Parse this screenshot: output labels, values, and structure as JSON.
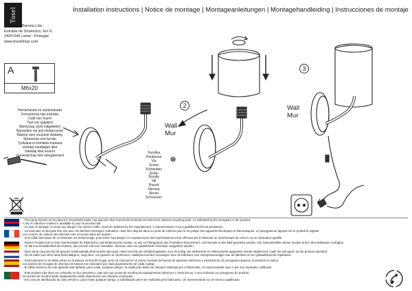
{
  "brand": {
    "logo_text": "Tosel"
  },
  "header": {
    "title": "Installation instructions | Notice de montage | Montageanleitungen | Montagehandleiding | Instrucciones de montaje"
  },
  "company": {
    "name": "A Ferreira Barosa Lda.",
    "address1": "Estrada de Soutocico, Km 6,",
    "address2": "2420-046 Leiria - Portugal",
    "web": "www.toselshop.com"
  },
  "part": {
    "letter": "A",
    "size": "M6x20"
  },
  "tools_not_supplied": [
    "Herramienta no suministrada",
    "Ferramenta não incluída",
    "Outil non fourni",
    "Tool not supplied",
    "Werkzeug nicht mitgeliefert",
    "Narzędzie nie jest dostarczone",
    "Nástroj není součástí dodávky",
    "Strumento non fornito",
    "Työkalua ei toimiteta mukana",
    "Verktøy medfølger ikke",
    "Værktøj ikke leveret",
    "Gereedschap niet meegeleverd"
  ],
  "screws_label": [
    "Tornillos",
    "Parafusos",
    "Vis",
    "Screw",
    "Schrauben",
    "Śruby",
    "Šrouby",
    "Viti",
    "Ruuvit",
    "Skruvar",
    "Skruer",
    "Schroeven"
  ],
  "steps": {
    "step2": "2",
    "step3": "3"
  },
  "wall_label": {
    "line1": "Wall",
    "line2": "Mur"
  },
  "warnings": [
    {
      "lang": "en",
      "colors": [
        "#012169",
        "#C8102E",
        "#FFFFFF"
      ],
      "lines": [
        "- This lamp should not be placed in household waste, but placed in the household electrical and electronic devices recycling point. As indicated by the pictogram in the product.",
        "A list of collection centers is available in your local town hall.",
        "- In case of damage, to avoid any danger, the electric cable, must be replaced by the manufacturer, a representative or by a qualified technical assistance."
      ]
    },
    {
      "lang": "fr",
      "colors": [
        "#0055A4",
        "#FFFFFF",
        "#EF4135"
      ],
      "lines": [
        "- Ce luminaire ne doit pas être mis avec les déchets ménagers ordinaires, mais être déposé dans un point de collecte pour le recyclage des appareils électriques et électroniques. Le pictogramme apposé sur le produit le signale.",
        "Les centres de collecte des déchets sont recensés dans les mairies.",
        "- Si le câble électrique de ce luminaire est endommagé, pour éviter tout danger, le remplacement doit impérativement être effectué par le fabricant un représentant de celui-ci ou un réparateur qualifié."
      ]
    },
    {
      "lang": "de",
      "colors": [
        "#000000",
        "#DD0000",
        "#FFCE00"
      ],
      "lines": [
        "- Dieses Produkt soll in einer Sammelstelle für Elektrische und Elektronische Geräte, so wie im Piktogramm des Produktes demonstriert, und niemals in den Müll geworfen werden. Die Sammelstellen dieser Geräte sind in den Rathäuser verfügbar.",
        "- Im fall von Schädlichkeit des Kabels, das einzeln soll vom Hersteller, Vertreter oder ein Qualifizierter Techniker ausgeführt werden."
      ]
    },
    {
      "lang": "nl",
      "colors": [
        "#AE1C28",
        "#FFFFFF",
        "#21468B"
      ],
      "lines": [
        "- Deze lamp mag niet bij het gewone huishoudelijk afval worden gevoegd, maar moet bij een afvalbrengstation voor recycling van elektrische en elektronische apparaten worden afgeleverd, zoals het pictogram op het product aanduidt.",
        "- Als de kabel van deze lamp beschadigd is, mag deze, om gevaren te voorkomen, uitsluitend worden vervangen door de fabrikant, een vertegenwoordiger van de fabrikant of een gekwalificeerde reparateur."
      ]
    },
    {
      "lang": "es",
      "colors": [
        "#AA151B",
        "#F1BF00",
        "#AA151B"
      ],
      "lines": [
        "- Esta luminaria no se debe poner en la basura normal del hogar, pero se colocará en el punto reciclaje de basura de aparatos eléctricos y electrónicos. El pictograma aparece al producto lo indica.",
        "Los puntos de recogida de este tipo de basura son indicados por cada ayuntamiento de cada ciudad.",
        "- El cable eléctrico de este aparato está dañado, para evitar cualquier peligro, la sustitución debe ser siempre realizada por el fabricante, un representante suyo o por uno reparador calificado."
      ]
    },
    {
      "lang": "pt",
      "colors": [
        "#046A38",
        "#DA291C",
        "#DA291C"
      ],
      "lines": [
        "- Este produto não deve ser colocado no lixo doméstico, mas sim num ponto de recolha de equipamentos eléctricos e electrónicos. Como indicado no pictograma do produto.",
        "Os pontos de recolha deste equipamento estão disponíveis nas câmaras municipais.",
        "- Em caso de danificação do cabo eléctrico, para evitar qualquer perigo, a substituição deve ser realizada pelo fabricante, um representante ou um técnico qualificado."
      ]
    }
  ]
}
